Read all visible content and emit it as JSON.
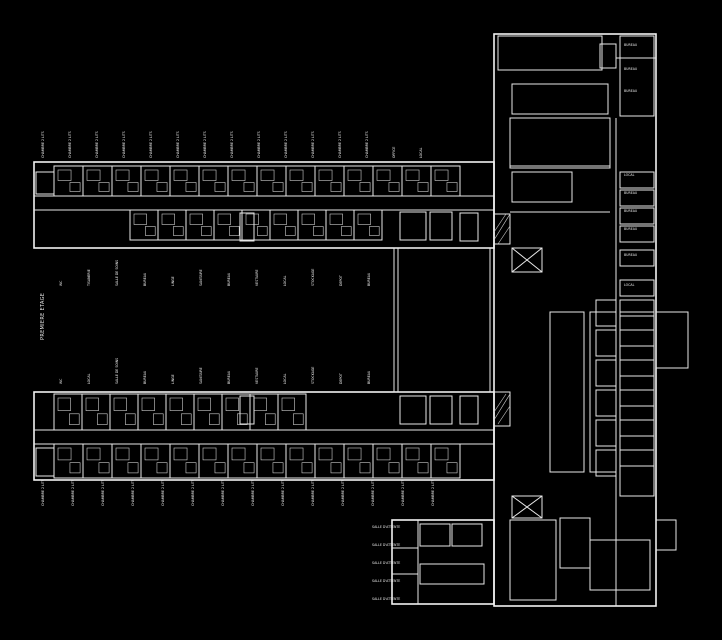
{
  "floor_title": "PREMIERE ETAGE",
  "labels": {
    "north_top": [
      "CHAMBRE 2 LITS",
      "CHAMBRE 2 LITS",
      "CHAMBRE 2 LITS",
      "CHAMBRE 2 LITS",
      "CHAMBRE 2 LITS",
      "CHAMBRE 2 LITS",
      "CHAMBRE 2 LITS",
      "CHAMBRE 2 LITS",
      "CHAMBRE 2 LITS",
      "CHAMBRE 2 LITS",
      "CHAMBRE 2 LITS",
      "CHAMBRE 2 LITS",
      "CHAMBRE 2 LITS",
      "OFFICE",
      "LOCAL"
    ],
    "north_inner": [
      "WC",
      "TISANERIE",
      "SALLE DE SOINS",
      "BUREAU",
      "LINGE",
      "SANITAIRE",
      "BUREAU",
      "VESTIAIRE",
      "LOCAL",
      "STOCKAGE",
      "DEPOT",
      "BUREAU"
    ],
    "south_inner": [
      "WC",
      "LOCAL",
      "SALLE DE SOINS",
      "BUREAU",
      "LINGE",
      "SANITAIRE",
      "BUREAU",
      "VESTIAIRE",
      "LOCAL",
      "STOCKAGE",
      "DEPOT",
      "BUREAU"
    ],
    "south_bottom": [
      "CHAMBRE 2 LITS",
      "CHAMBRE 2 LITS",
      "CHAMBRE 2 LITS",
      "CHAMBRE 2 LITS",
      "CHAMBRE 2 LITS",
      "CHAMBRE 2 LITS",
      "CHAMBRE 2 LITS",
      "CHAMBRE 2 LITS",
      "CHAMBRE 2 LITS",
      "CHAMBRE 2 LITS",
      "CHAMBRE 2 LITS",
      "CHAMBRE 2 LITS",
      "CHAMBRE 2 LITS",
      "CHAMBRE 2 LITS"
    ],
    "sw_block": [
      "SALLE D'ATTENTE",
      "SALLE D'ATTENTE",
      "SALLE D'ATTENTE",
      "SALLE D'ATTENTE",
      "SALLE D'ATTENTE"
    ],
    "east_wing": [
      "BUREAU",
      "BUREAU",
      "BUREAU",
      "LOCAL",
      "BUREAU",
      "BUREAU",
      "BUREAU",
      "BUREAU",
      "LOCAL"
    ]
  },
  "colors": {
    "background": "#000000",
    "line": "#e8e8e8"
  }
}
